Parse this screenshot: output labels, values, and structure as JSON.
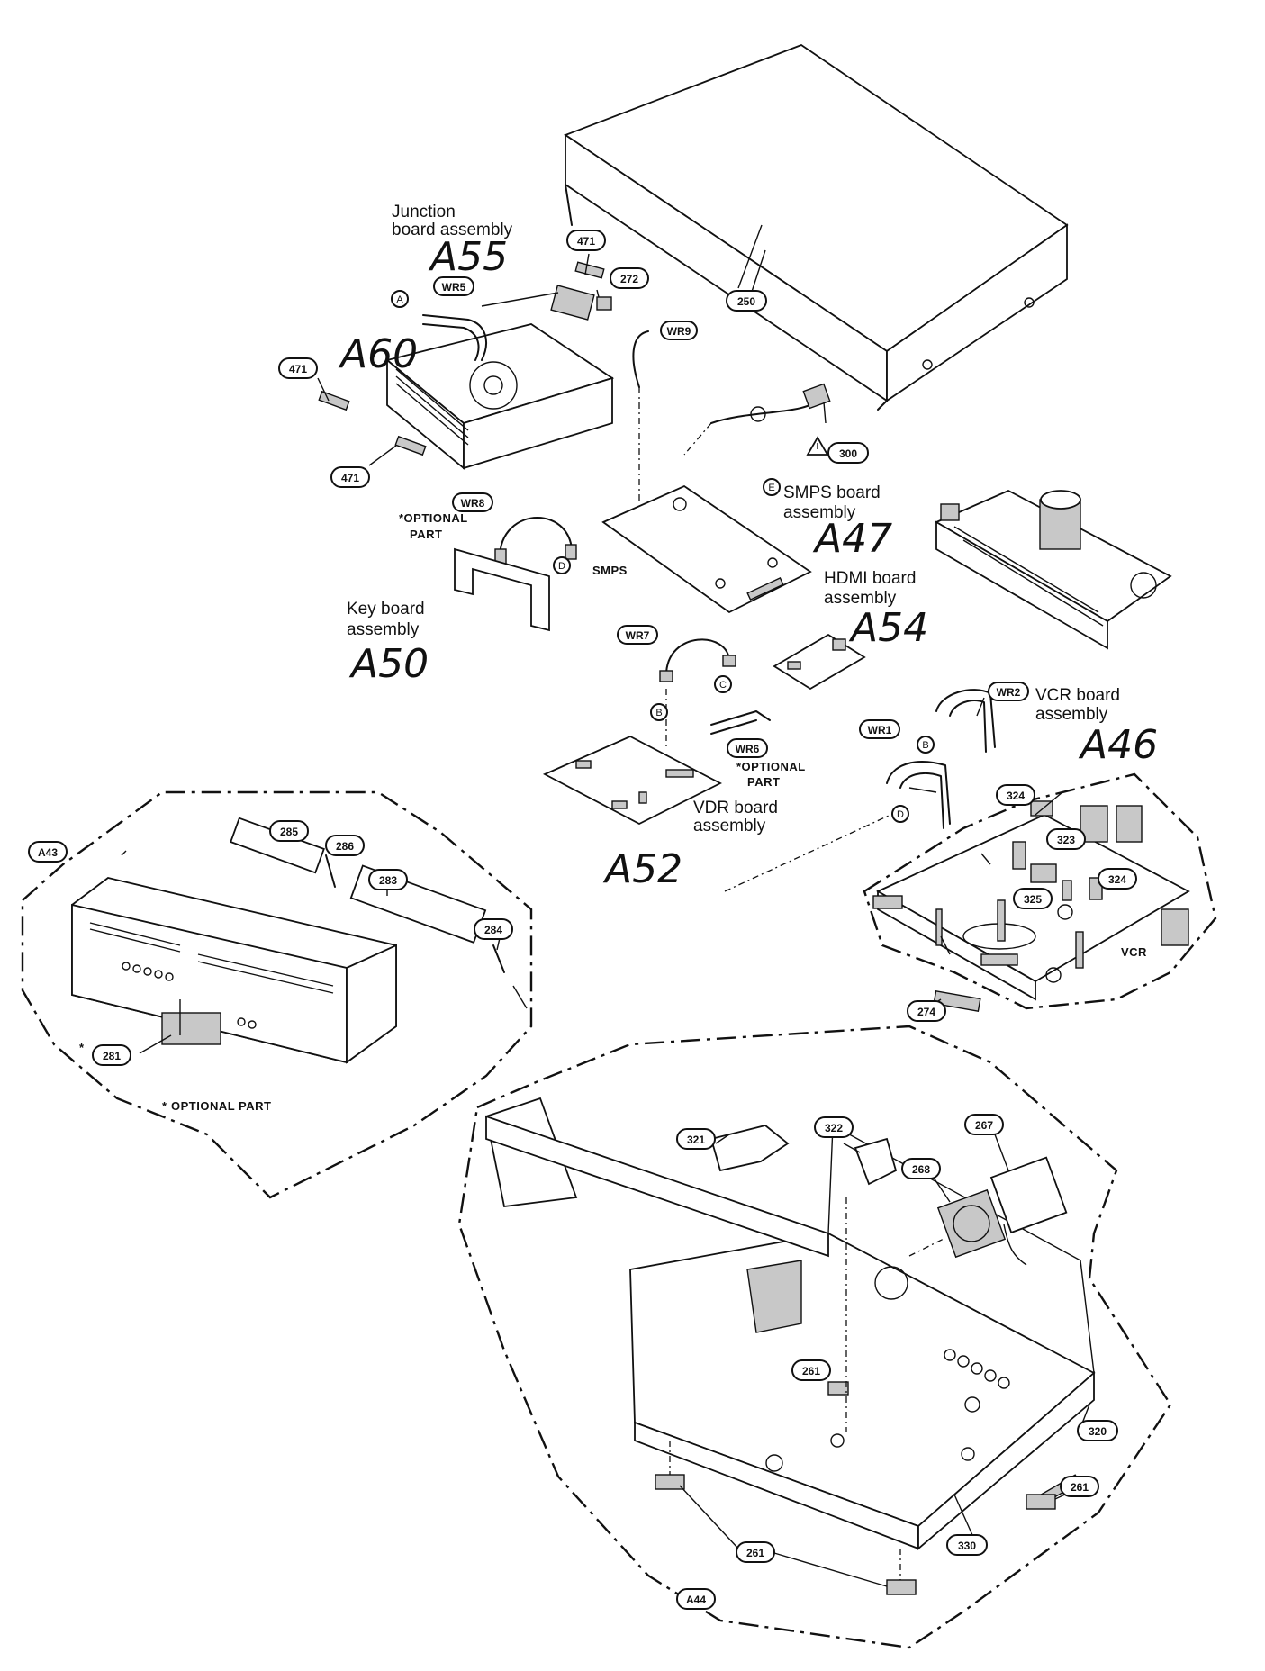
{
  "labels": {
    "junction": [
      "Junction",
      "board assembly"
    ],
    "smps": [
      "SMPS board",
      "assembly"
    ],
    "hdmi": [
      "HDMI board",
      "assembly"
    ],
    "key": [
      "Key board",
      "assembly"
    ],
    "vdr": [
      "VDR board",
      "assembly"
    ],
    "vcr": [
      "VCR board",
      "assembly"
    ],
    "optional_part": "OPTIONAL PART",
    "optional_part_star": "*OPTIONAL",
    "part_word": "PART",
    "smps_silk": "SMPS",
    "vcr_silk": "VCR"
  },
  "handwritten": {
    "a55": "A55",
    "a60": "A60",
    "a47": "A47",
    "a54": "A54",
    "a50": "A50",
    "a46": "A46",
    "a52": "A52"
  },
  "callouts": {
    "c471a": "471",
    "c272": "272",
    "c250": "250",
    "cwr5": "WR5",
    "cwr9": "WR9",
    "c471b": "471",
    "c471c": "471",
    "c300": "300",
    "cwr8": "WR8",
    "cwr7": "WR7",
    "cwr6": "WR6",
    "cwr2": "WR2",
    "cwr1": "WR1",
    "c324a": "324",
    "c323": "323",
    "c324b": "324",
    "c325": "325",
    "c274": "274",
    "ca43": "A43",
    "c285": "285",
    "c286": "286",
    "c283": "283",
    "c284": "284",
    "c281": "281",
    "c321": "321",
    "c322": "322",
    "c267": "267",
    "c268": "268",
    "c261a": "261",
    "c320": "320",
    "c261b": "261",
    "c261c": "261",
    "c330": "330",
    "ca44": "A44"
  },
  "connector_letters": {
    "a": "A",
    "b1": "B",
    "b2": "B",
    "c": "C",
    "d1": "D",
    "d2": "D",
    "e": "E"
  }
}
